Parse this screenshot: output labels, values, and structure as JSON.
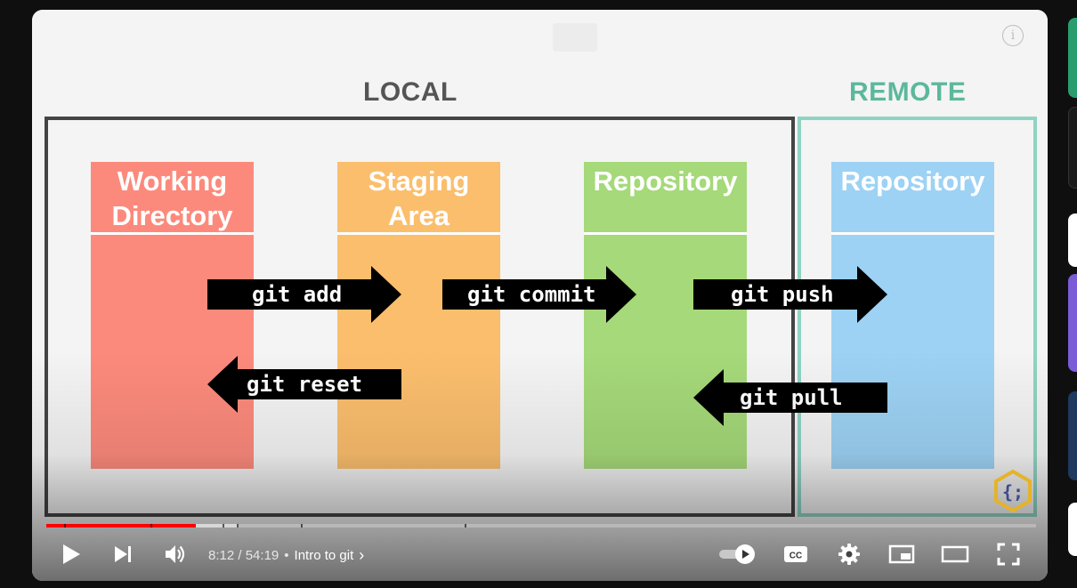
{
  "slide": {
    "local_title": "LOCAL",
    "remote_title": "REMOTE",
    "columns": [
      {
        "label": "Working\nDirectory",
        "color": "#fc8a7c"
      },
      {
        "label": "Staging\nArea",
        "color": "#fbbe6d"
      },
      {
        "label": "Repository",
        "color": "#a5d979"
      },
      {
        "label": "Repository",
        "color": "#9dd2f4"
      }
    ],
    "arrows": {
      "add": "git add",
      "commit": "git commit",
      "push": "git push",
      "reset": "git reset",
      "pull": "git pull"
    },
    "logo_icon": "curly-brace-hexagon-logo"
  },
  "player": {
    "current_time": "8:12",
    "separator": " / ",
    "duration": "54:19",
    "chapter_title": "Intro to git",
    "played_fraction": 0.151,
    "buffered_fraction": 0.194,
    "accent_color": "#ff0000",
    "icons": [
      "play-icon",
      "next-icon",
      "volume-icon",
      "info-icon",
      "autoplay-toggle-icon",
      "captions-icon",
      "settings-gear-icon",
      "miniplayer-icon",
      "theater-mode-icon",
      "fullscreen-icon"
    ]
  }
}
